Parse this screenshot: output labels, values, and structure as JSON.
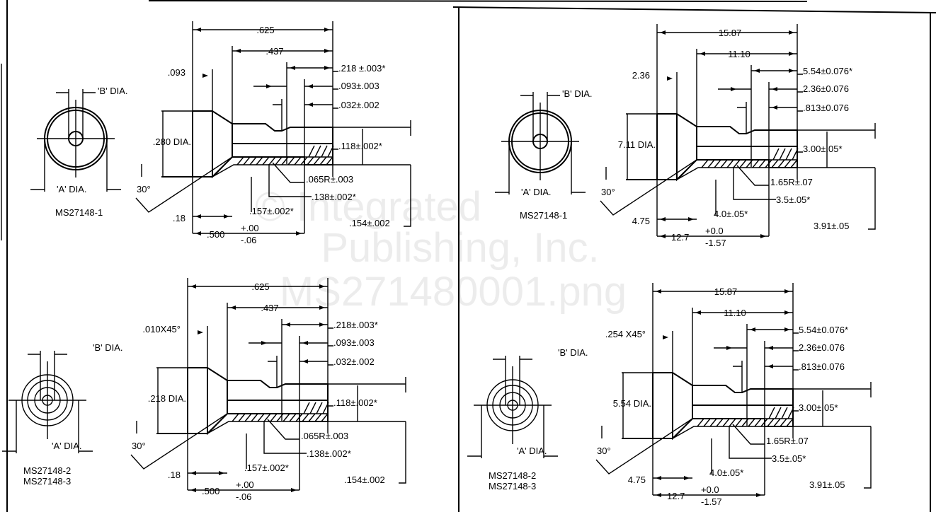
{
  "watermark": [
    "© Integrated",
    "Publishing, Inc.",
    "MS271480001.png"
  ],
  "quadrants": [
    {
      "part_numbers": [
        "MS27148-1"
      ],
      "labels": {
        "overall": ".625",
        "shaft": ".437",
        "dim_a": ".218 ±.003*",
        "dim_b": ".093±.003",
        "dim_c": ".032±.002",
        "left": ".093",
        "b_dia": "'B' DIA.",
        "a_dia": "'A' DIA.",
        "dia": ".280 DIA.",
        "bore": ".118±.002*",
        "radius": ".065R±.003",
        "d138": ".138±.002*",
        "d157": ".157±.002*",
        "d154": ".154±.002",
        "angle": "30°",
        "d18": ".18",
        "d500": ".500",
        "tol_plus": "+.00",
        "tol_minus": "-.06"
      }
    },
    {
      "part_numbers": [
        "MS27148-1"
      ],
      "labels": {
        "overall": "15.87",
        "shaft": "11.10",
        "dim_a": "5.54±0.076*",
        "dim_b": "2.36±0.076",
        "dim_c": ".813±0.076",
        "left": "2.36",
        "b_dia": "'B' DIA.",
        "a_dia": "'A' DIA.",
        "dia": "7.11 DIA.",
        "bore": "3.00±.05*",
        "radius": "1.65R±.07",
        "d138": "3.5±.05*",
        "d157": "4.0±.05*",
        "d154": "3.91±.05",
        "angle": "30°",
        "d18": "4.75",
        "d500": "12.7",
        "tol_plus": "+0.0",
        "tol_minus": "-1.57"
      }
    },
    {
      "part_numbers": [
        "MS27148-2",
        "MS27148-3"
      ],
      "labels": {
        "overall": ".625",
        "shaft": ".437",
        "dim_a": ".218±.003*",
        "dim_b": ".093±.003",
        "dim_c": ".032±.002",
        "left": ".010X45°",
        "b_dia": "'B' DIA.",
        "a_dia": "'A' DIA.",
        "dia": ".218 DIA.",
        "bore": ".118±.002*",
        "radius": ".065R±.003",
        "d138": ".138±.002*",
        "d157": ".157±.002*",
        "d154": ".154±.002",
        "angle": "30°",
        "d18": ".18",
        "d500": ".500",
        "tol_plus": "+.00",
        "tol_minus": "-.06"
      }
    },
    {
      "part_numbers": [
        "MS27148-2",
        "MS27148-3"
      ],
      "labels": {
        "overall": "15.87",
        "shaft": "11.10",
        "dim_a": "5.54±0.076*",
        "dim_b": "2.36±0.076",
        "dim_c": ".813±0.076",
        "left": ".254 X45°",
        "b_dia": "'B' DIA.",
        "a_dia": "'A' DIA.",
        "dia": "5.54 DIA.",
        "bore": "3.00±.05*",
        "radius": "1.65R±.07",
        "d138": "3.5±.05*",
        "d157": "4.0±.05*",
        "d154": "3.91±.05",
        "angle": "30°",
        "d18": "4.75",
        "d500": "12.7",
        "tol_plus": "+0.0",
        "tol_minus": "-1.57"
      }
    }
  ]
}
